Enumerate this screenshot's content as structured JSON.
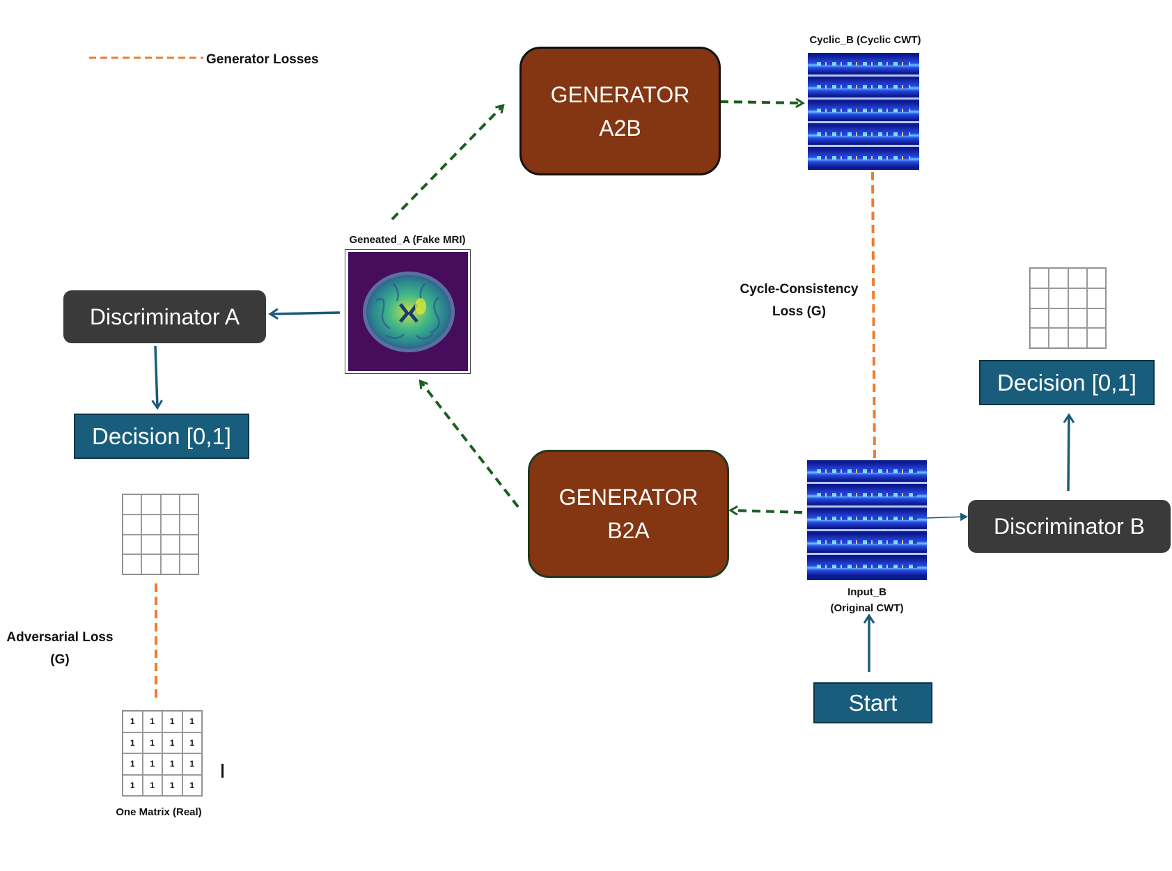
{
  "legend": {
    "label": "Generator Losses",
    "color": "#ed7d31"
  },
  "generator_a2b": {
    "line1": "GENERATOR",
    "line2": "A2B"
  },
  "generator_b2a": {
    "line1": "GENERATOR",
    "line2": "B2A"
  },
  "discriminator_a": {
    "label": "Discriminator A"
  },
  "discriminator_b": {
    "label": "Discriminator B"
  },
  "decision_a": {
    "label": "Decision [0,1]"
  },
  "decision_b": {
    "label": "Decision [0,1]"
  },
  "start": {
    "label": "Start"
  },
  "generated_a": {
    "label": "Geneated_A (Fake MRI)"
  },
  "cyclic_b": {
    "label": "Cyclic_B (Cyclic CWT)"
  },
  "input_b": {
    "line1": "Input_B",
    "line2": "(Original CWT)"
  },
  "cycle_loss": {
    "line1": "Cycle-Consistency",
    "line2": "Loss (G)"
  },
  "adversarial_loss": {
    "line1": "Adversarial Loss",
    "line2": "(G)"
  },
  "one_matrix": {
    "label": "One Matrix (Real)",
    "values": [
      "1",
      "1",
      "1",
      "1",
      "1",
      "1",
      "1",
      "1",
      "1",
      "1",
      "1",
      "1",
      "1",
      "1",
      "1",
      "1"
    ]
  },
  "colors": {
    "generator": "#843511",
    "discriminator": "#3a3a3a",
    "decision": "#195d7c",
    "flow_arrow": "#1b5e20",
    "blue_arrow": "#1a5b7a",
    "loss_line": "#ed7d31"
  }
}
